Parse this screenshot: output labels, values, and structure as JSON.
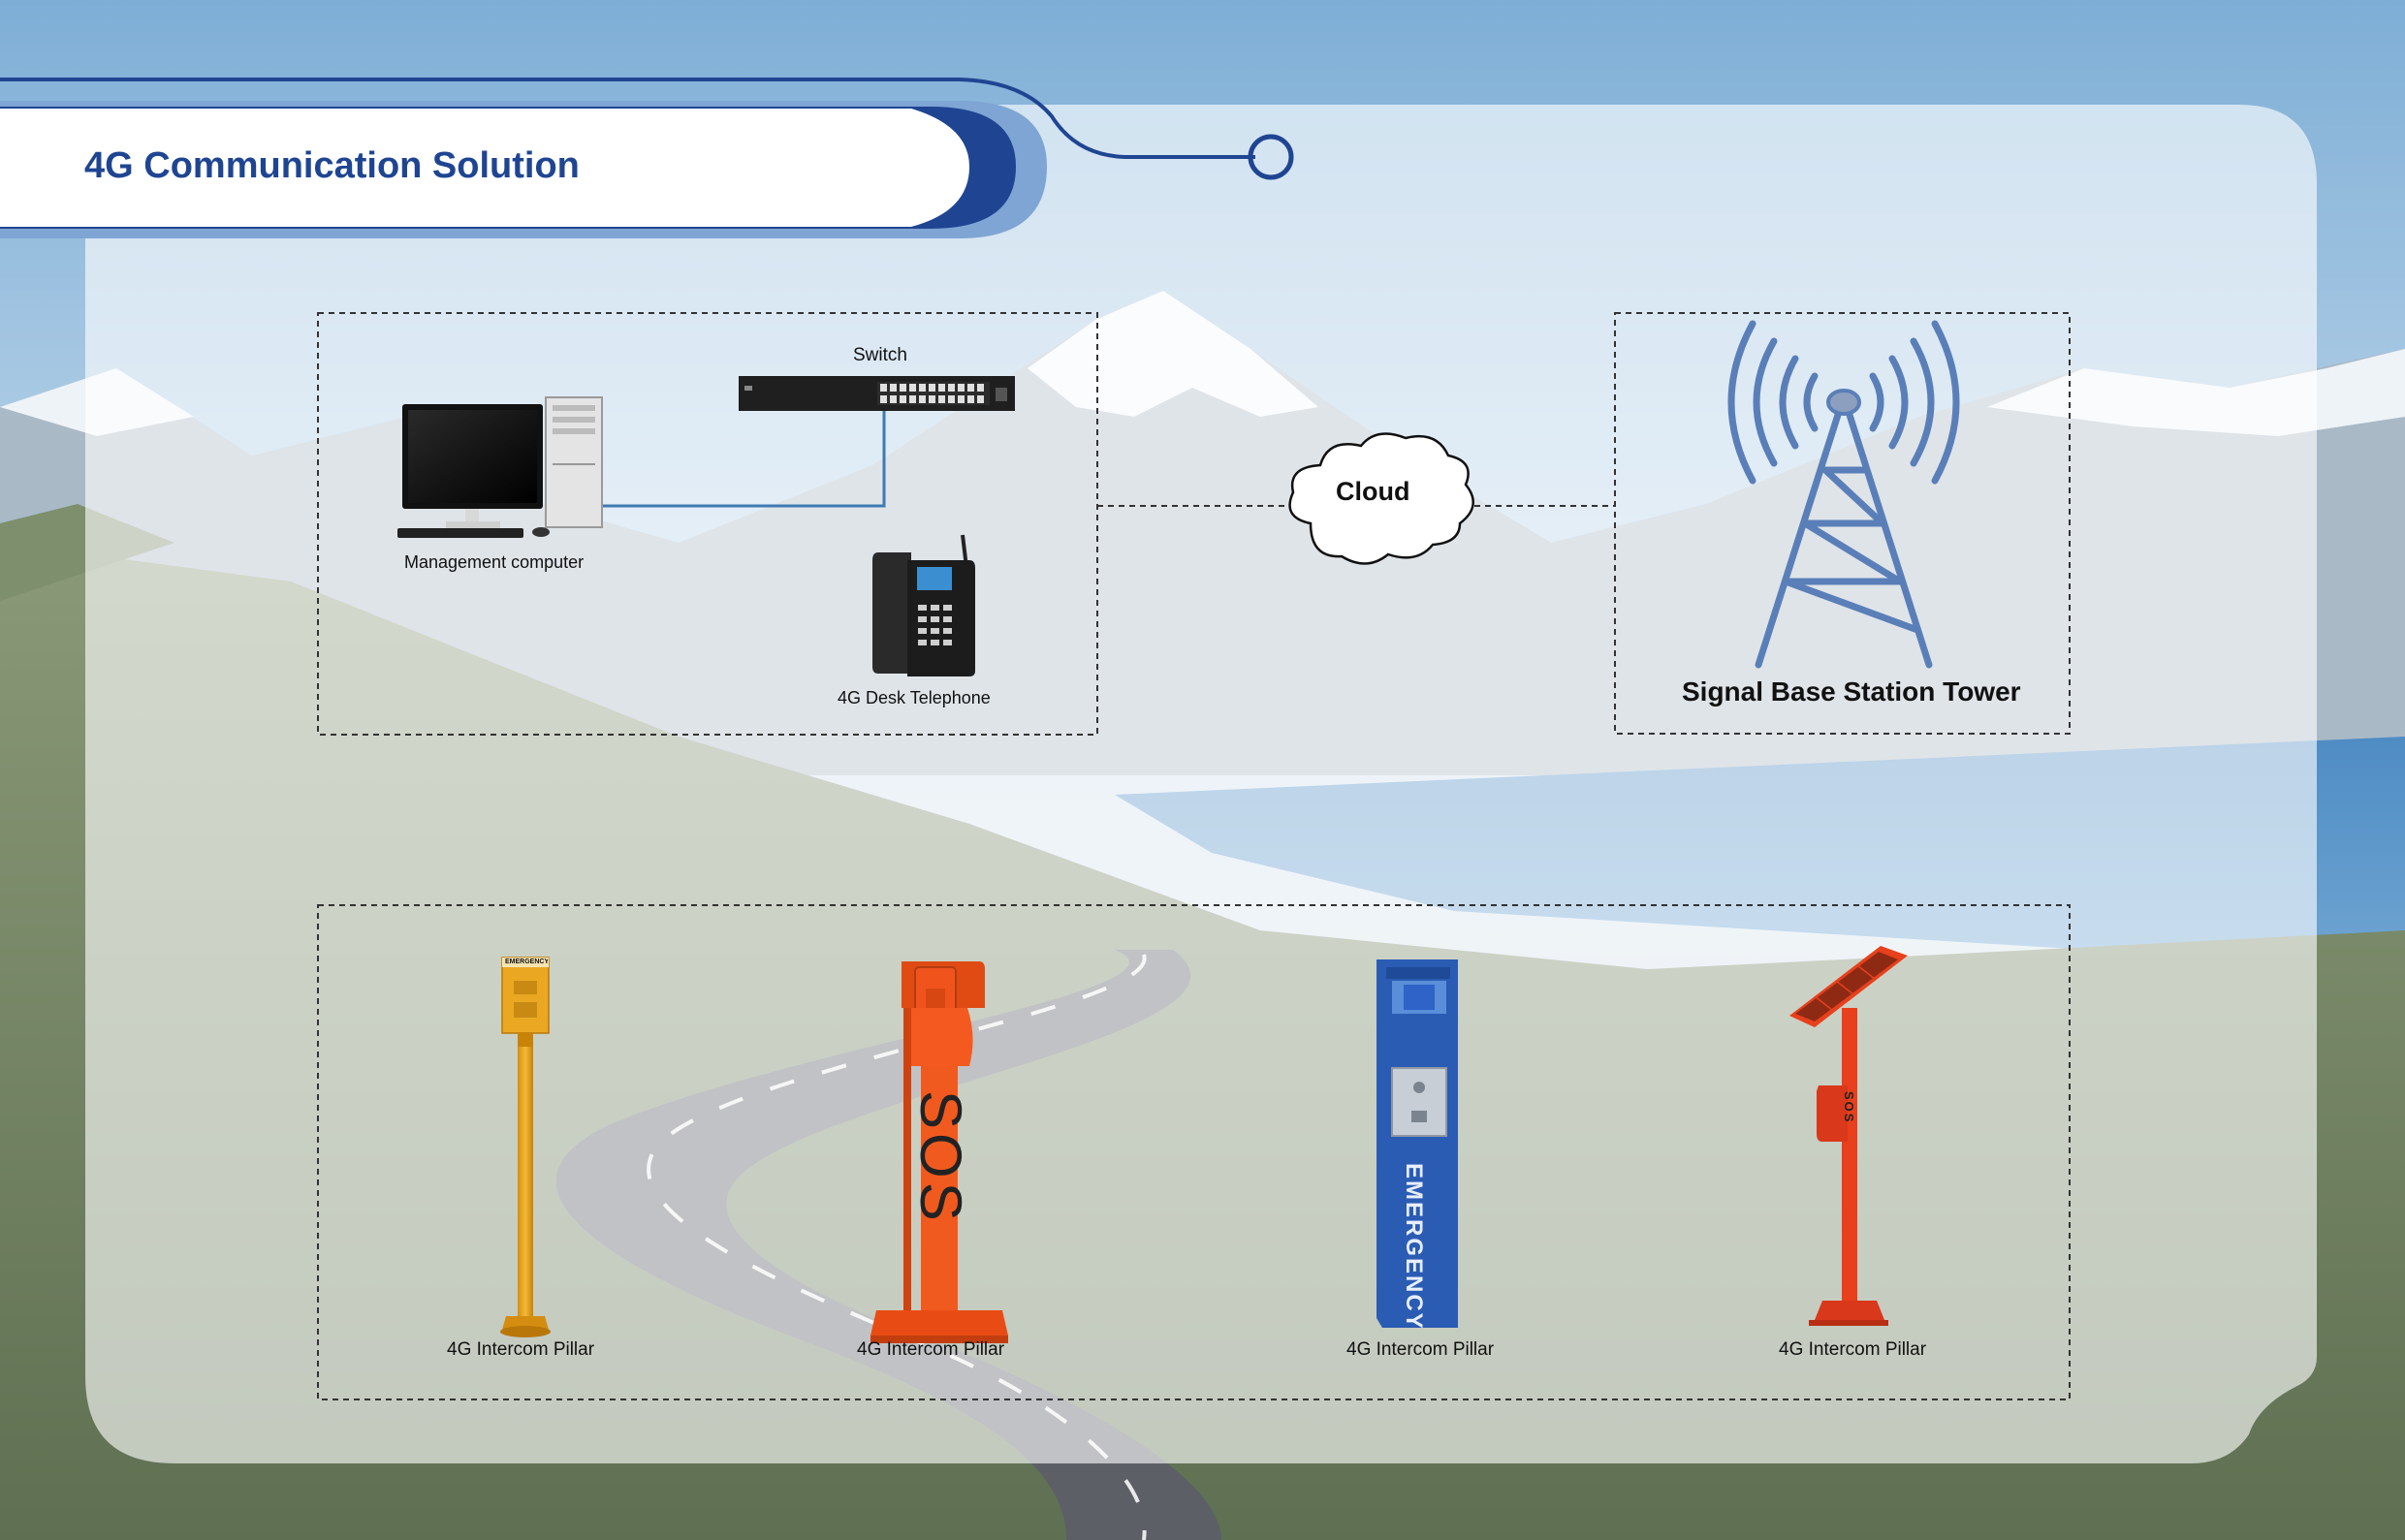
{
  "header": {
    "title": "4G Communication Solution"
  },
  "colors": {
    "brand_blue": "#1f4592",
    "light_blue": "#7ea5d4",
    "network_line": "#3f7ab4",
    "tower_blue": "#5a7fb8",
    "pillar_yellow": "#e8a520",
    "pillar_orange": "#f0541c",
    "pillar_blue": "#2b5cb4",
    "pillar_red": "#e8401c",
    "panel_overlay": "rgba(255,255,255,0.62)"
  },
  "network_box": {
    "switch_label": "Switch",
    "computer_label": "Management computer",
    "telephone_label": "4G Desk Telephone"
  },
  "cloud": {
    "label": "Cloud"
  },
  "tower_box": {
    "label": "Signal Base Station Tower"
  },
  "pillars": {
    "items": [
      {
        "label": "4G Intercom Pillar",
        "panel_text": "EMERGENCY"
      },
      {
        "label": "4G Intercom Pillar",
        "panel_text": "SOS"
      },
      {
        "label": "4G Intercom Pillar",
        "panel_text": "EMERGENCY"
      },
      {
        "label": "4G Intercom Pillar",
        "panel_text": "SOS"
      }
    ]
  }
}
